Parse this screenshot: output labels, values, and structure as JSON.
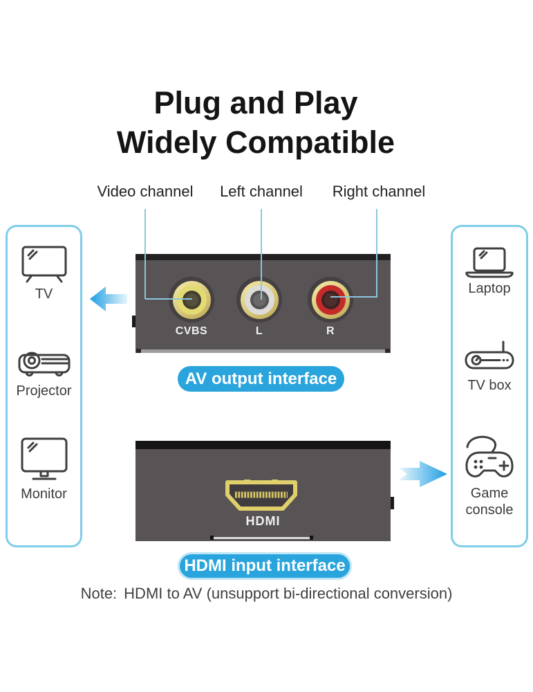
{
  "title": {
    "line1": "Plug and Play",
    "line2": "Widely Compatible"
  },
  "channels": {
    "video": "Video channel",
    "left": "Left channel",
    "right": "Right channel"
  },
  "av_device": {
    "badge": "AV output interface",
    "ports": [
      {
        "label": "CVBS",
        "ring_color": "#e4da74",
        "hole_color": "#55503c"
      },
      {
        "label": "L",
        "ring_color": "#dedcd9",
        "hole_color": "#6b6967"
      },
      {
        "label": "R",
        "ring_color": "#c52a2b",
        "hole_color": "#4e2f2c"
      }
    ]
  },
  "hdmi_device": {
    "badge": "HDMI input interface",
    "port_label": "HDMI"
  },
  "left_panel": {
    "items": [
      {
        "icon": "tv-icon",
        "label": "TV"
      },
      {
        "icon": "projector-icon",
        "label": "Projector"
      },
      {
        "icon": "monitor-icon",
        "label": "Monitor"
      }
    ]
  },
  "right_panel": {
    "items": [
      {
        "icon": "laptop-icon",
        "label": "Laptop"
      },
      {
        "icon": "tv-box-icon",
        "label": "TV box"
      },
      {
        "icon": "game-console-icon",
        "label": "Game console"
      }
    ]
  },
  "note": {
    "prefix": "Note:",
    "text": "HDMI to AV (unsupport bi-directional conversion)"
  },
  "colors": {
    "badge_blue": "#29a4dd",
    "line_blue": "#8cc6de",
    "panel_border": "#7fcde8",
    "arrow_blue": "#1f9ee2",
    "device_gray": "#585455"
  }
}
